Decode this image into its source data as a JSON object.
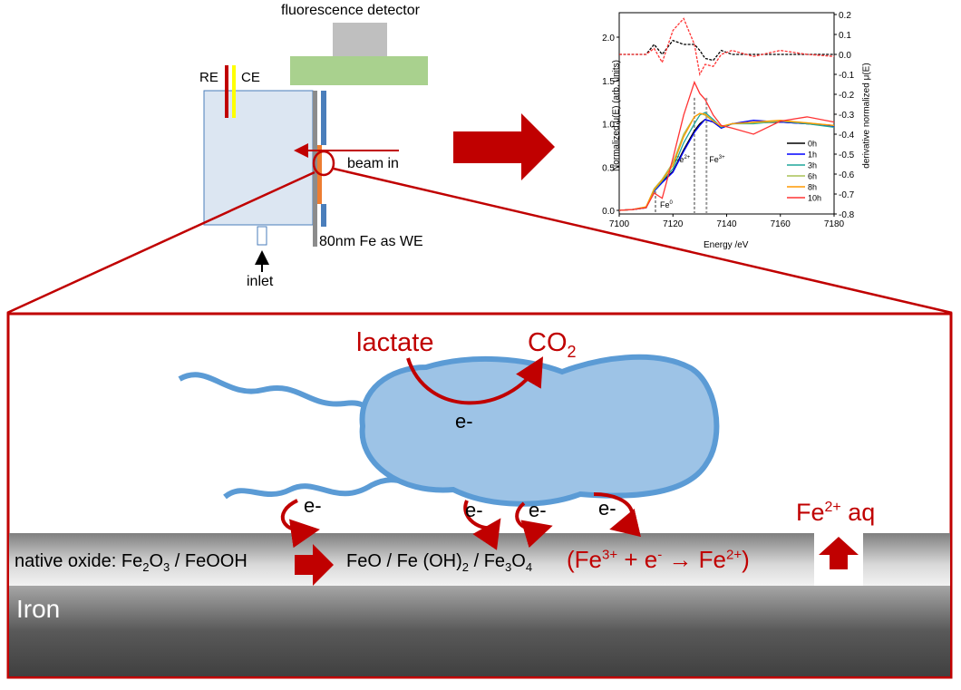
{
  "setup": {
    "detector_label": "fluorescence detector",
    "re_label": "RE",
    "ce_label": "CE",
    "beam_label": "beam in",
    "we_label": "80nm Fe as WE",
    "inlet_label": "inlet"
  },
  "colors": {
    "red": "#c00000",
    "blue": "#5b9bd5",
    "cell": "#9dc3e6",
    "green": "#a9d18e"
  },
  "chart_data": {
    "type": "line",
    "xlabel": "Energy /eV",
    "ylabel": "Normalized μ(E) (arb. units)",
    "ylabel_right": "derivative normalized μ(E)",
    "xlim": [
      7100,
      7180
    ],
    "ylim": [
      0,
      2.3
    ],
    "ylim_right": [
      -0.8,
      0.2
    ],
    "xticks": [
      "7100",
      "7120",
      "7140",
      "7160",
      "7180"
    ],
    "yticks": [
      "0.0",
      "0.5",
      "1.0",
      "1.5",
      "2.0"
    ],
    "yticks_right": [
      "0.2",
      "0.1",
      "0.0",
      "-0.1",
      "-0.2",
      "-0.3",
      "-0.4",
      "-0.5",
      "-0.6",
      "-0.7",
      "-0.8"
    ],
    "annotations": [
      {
        "base": "Fe",
        "sup": "0",
        "x": 7113.5
      },
      {
        "base": "Fe",
        "sup": "2+",
        "x": 7128
      },
      {
        "base": "Fe",
        "sup": "3+",
        "x": 7132.5
      }
    ],
    "x": [
      7100,
      7105,
      7110,
      7113,
      7116,
      7120,
      7124,
      7128,
      7130,
      7132,
      7135,
      7138,
      7142,
      7150,
      7160,
      7170,
      7180
    ],
    "series": [
      {
        "name": "0h",
        "color": "#000000",
        "values": [
          0.0,
          0.01,
          0.03,
          0.22,
          0.33,
          0.45,
          0.7,
          0.92,
          1.0,
          1.05,
          1.02,
          0.95,
          1.0,
          1.01,
          1.02,
          1.0,
          0.98
        ]
      },
      {
        "name": "1h",
        "color": "#0000ff",
        "values": [
          0.0,
          0.01,
          0.03,
          0.22,
          0.32,
          0.44,
          0.68,
          0.9,
          0.98,
          1.05,
          1.02,
          0.95,
          1.0,
          1.04,
          1.02,
          1.0,
          0.97
        ]
      },
      {
        "name": "3h",
        "color": "#1fa69a",
        "values": [
          0.0,
          0.01,
          0.03,
          0.23,
          0.34,
          0.48,
          0.78,
          1.0,
          1.1,
          1.13,
          1.05,
          0.96,
          1.0,
          1.0,
          1.03,
          1.0,
          0.96
        ]
      },
      {
        "name": "6h",
        "color": "#a8c256",
        "values": [
          0.0,
          0.01,
          0.04,
          0.25,
          0.36,
          0.55,
          0.88,
          1.08,
          1.12,
          1.1,
          1.03,
          0.97,
          1.0,
          1.01,
          1.03,
          1.01,
          0.98
        ]
      },
      {
        "name": "8h",
        "color": "#ff9900",
        "values": [
          0.0,
          0.01,
          0.04,
          0.24,
          0.35,
          0.52,
          0.85,
          1.08,
          1.12,
          1.11,
          1.03,
          0.97,
          1.0,
          1.02,
          1.04,
          1.01,
          0.98
        ]
      },
      {
        "name": "10h",
        "color": "#ff3333",
        "values": [
          0.0,
          0.01,
          0.03,
          0.2,
          0.14,
          0.6,
          1.1,
          1.48,
          1.35,
          1.28,
          1.1,
          0.98,
          0.95,
          0.88,
          1.03,
          1.08,
          1.02
        ]
      }
    ],
    "derivative_series": [
      {
        "name": "0h",
        "color": "#000000",
        "values": [
          0.0,
          0.0,
          0.0,
          0.05,
          0.0,
          0.07,
          0.05,
          0.05,
          0.02,
          -0.02,
          -0.03,
          0.02,
          0.0,
          0.0,
          0.0,
          0.0,
          0.0
        ]
      },
      {
        "name": "10h",
        "color": "#ff3333",
        "values": [
          0.0,
          0.0,
          0.0,
          0.03,
          -0.04,
          0.12,
          0.18,
          0.05,
          -0.1,
          -0.05,
          -0.06,
          0.0,
          0.02,
          -0.01,
          0.02,
          0.0,
          -0.01
        ]
      }
    ],
    "legend_position": "bottom-right"
  },
  "zoom": {
    "lactate": "lactate",
    "co2_base": "CO",
    "co2_sub": "2",
    "electron": "e-",
    "fe2_base": "Fe",
    "fe2_sup": "2+",
    "fe2_suffix": " aq",
    "native_oxide": "native oxide: Fe",
    "no_sub1": "2",
    "no_mid": "O",
    "no_sub2": "3",
    "no_tail": " / FeOOH",
    "prod_a": "FeO / Fe (OH)",
    "prod_sub1": "2",
    "prod_b": " / Fe",
    "prod_sub2": "3",
    "prod_c": "O",
    "prod_sub3": "4",
    "reaction_a": "(Fe",
    "reaction_sup1": "3+",
    "reaction_b": " + e",
    "reaction_sup2": "-",
    "reaction_c": " → Fe",
    "reaction_sup3": "2+",
    "reaction_d": ")",
    "iron": "Iron"
  }
}
